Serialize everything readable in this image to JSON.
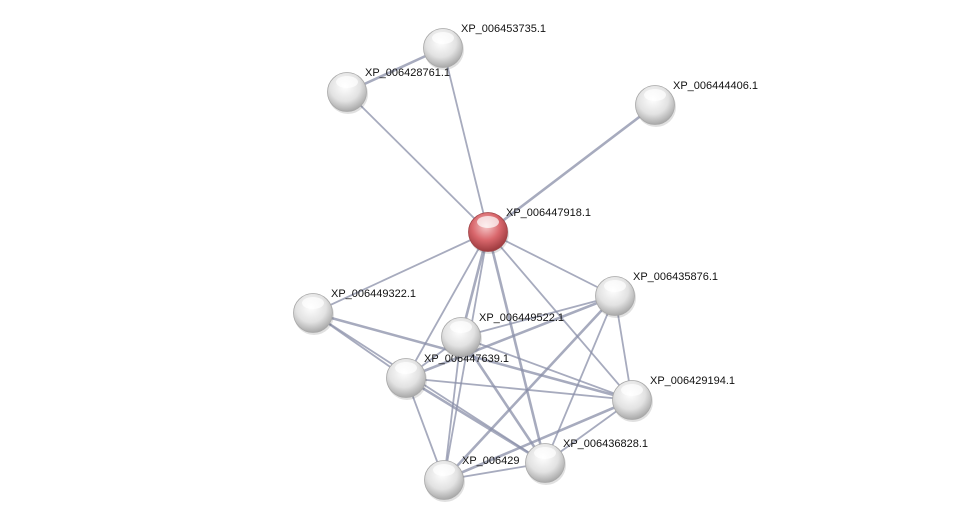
{
  "network": {
    "nodes": [
      {
        "id": "n735",
        "label": "XP_006453735.1",
        "query": false
      },
      {
        "id": "n761",
        "label": "XP_006428761.1",
        "query": false
      },
      {
        "id": "n406",
        "label": "XP_006444406.1",
        "query": false
      },
      {
        "id": "n918",
        "label": "XP_006447918.1",
        "query": true
      },
      {
        "id": "n322",
        "label": "XP_006449322.1",
        "query": false
      },
      {
        "id": "n876",
        "label": "XP_006435876.1",
        "query": false
      },
      {
        "id": "n522",
        "label": "XP_006449522.1",
        "query": false
      },
      {
        "id": "n639",
        "label": "XP_006447639.1",
        "query": false
      },
      {
        "id": "n194",
        "label": "XP_006429194.1",
        "query": false
      },
      {
        "id": "n828",
        "label": "XP_006436828.1",
        "query": false
      },
      {
        "id": "n429",
        "label": "XP_006429",
        "query": false
      }
    ],
    "edges": [
      [
        "n735",
        "n761"
      ],
      [
        "n735",
        "n918"
      ],
      [
        "n761",
        "n918"
      ],
      [
        "n406",
        "n918"
      ],
      [
        "n918",
        "n322"
      ],
      [
        "n918",
        "n876"
      ],
      [
        "n918",
        "n522"
      ],
      [
        "n918",
        "n639"
      ],
      [
        "n918",
        "n194"
      ],
      [
        "n918",
        "n828"
      ],
      [
        "n918",
        "n429"
      ],
      [
        "n322",
        "n639"
      ],
      [
        "n322",
        "n194"
      ],
      [
        "n322",
        "n828"
      ],
      [
        "n876",
        "n522"
      ],
      [
        "n876",
        "n639"
      ],
      [
        "n876",
        "n194"
      ],
      [
        "n876",
        "n828"
      ],
      [
        "n876",
        "n429"
      ],
      [
        "n522",
        "n639"
      ],
      [
        "n522",
        "n194"
      ],
      [
        "n522",
        "n828"
      ],
      [
        "n522",
        "n429"
      ],
      [
        "n639",
        "n194"
      ],
      [
        "n639",
        "n828"
      ],
      [
        "n639",
        "n429"
      ],
      [
        "n194",
        "n828"
      ],
      [
        "n194",
        "n429"
      ],
      [
        "n828",
        "n429"
      ]
    ],
    "colors": {
      "query_node": "#d9676c",
      "node": "#e6e6e6",
      "edge": "#8a8fa8"
    }
  }
}
